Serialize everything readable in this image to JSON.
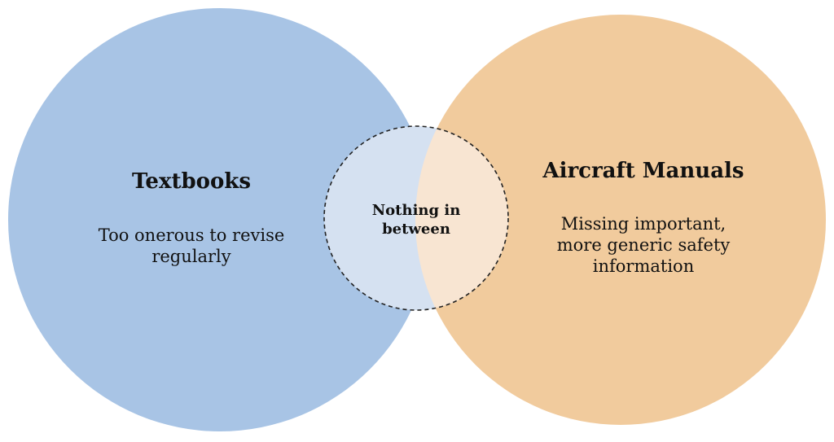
{
  "left_set": {
    "title": "Textbooks",
    "description": "Too onerous to revise regularly",
    "color": "#A8C4E5"
  },
  "right_set": {
    "title": "Aircraft Manuals",
    "description": "Missing important, more generic safety information",
    "color": "#F1CB9D"
  },
  "intersection": {
    "label": "Nothing in between",
    "left_tint": "#D5E1F1",
    "right_tint": "#F8E5D2",
    "border": "dashed"
  }
}
